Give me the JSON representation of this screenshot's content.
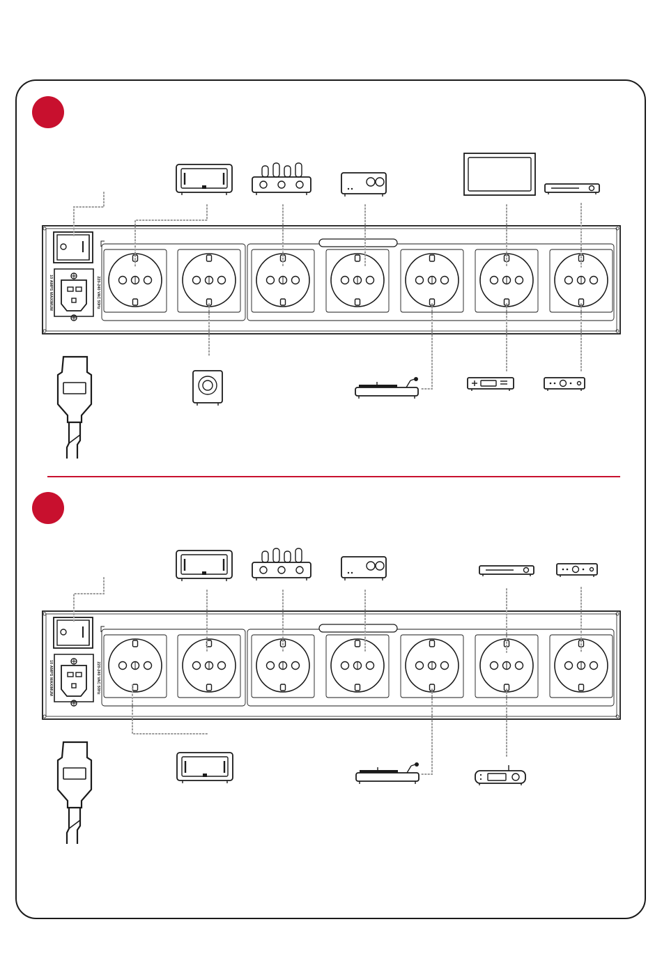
{
  "colors": {
    "accent": "#c8102e",
    "line": "#1a1a1a",
    "connector": "#999999"
  },
  "strip": {
    "rating_text": "220-240 VAC 50Hz",
    "amps_text": "10 AMPS MAXIMUM",
    "socket_count": 7
  },
  "panels": [
    {
      "badge_color": "#c8102e",
      "top_devices": [
        "power-amplifier",
        "tube-amplifier",
        "dac",
        "television",
        "av-receiver"
      ],
      "bottom_devices": [
        "subwoofer",
        "turntable",
        "cd-player",
        "headphone-amplifier"
      ]
    },
    {
      "badge_color": "#c8102e",
      "top_devices": [
        "power-amplifier",
        "tube-amplifier",
        "dac",
        "av-receiver",
        "headphone-amplifier"
      ],
      "bottom_devices": [
        "power-amplifier",
        "turntable",
        "network-streamer"
      ]
    }
  ]
}
